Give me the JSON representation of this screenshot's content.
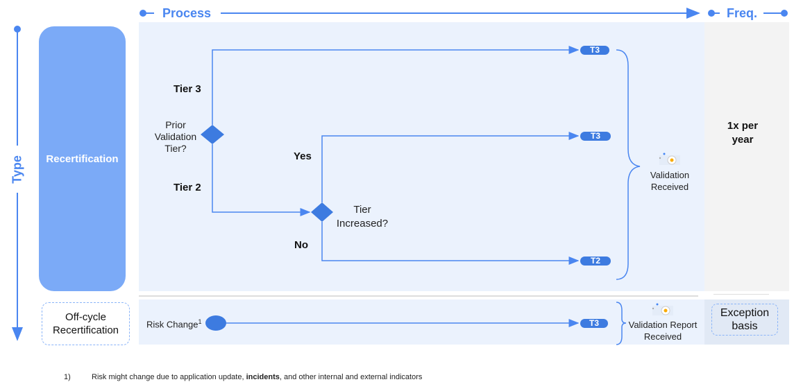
{
  "header": {
    "process": "Process",
    "frequency": "Freq.",
    "type": "Type"
  },
  "rows": {
    "recertification": {
      "label": "Recertification",
      "decision1": "Prior Validation Tier?",
      "branch_tier3": "Tier 3",
      "branch_tier2": "Tier 2",
      "decision2": "Tier Increased?",
      "branch_yes": "Yes",
      "branch_no": "No",
      "outcomes": [
        "T3",
        "T3",
        "T2"
      ],
      "result": "Validation Received",
      "result_icon": "certificate-icon",
      "frequency": "1x per year"
    },
    "offcycle": {
      "label": "Off-cycle Recertification",
      "trigger": "Risk Change",
      "trigger_sup": "1",
      "outcome": "T3",
      "result": "Validation Report Received",
      "result_icon": "certificate-icon",
      "frequency": "Exception basis"
    }
  },
  "footnote": {
    "number": "1)",
    "before": "Risk might change due to application update, ",
    "bold": "incidents",
    "after": ", and other internal and external indicators"
  },
  "colors": {
    "accent": "#4285f4",
    "type_box": "#7baaf7",
    "panel": "#ebf2fd",
    "freq_panel": "#f3f3f3"
  }
}
